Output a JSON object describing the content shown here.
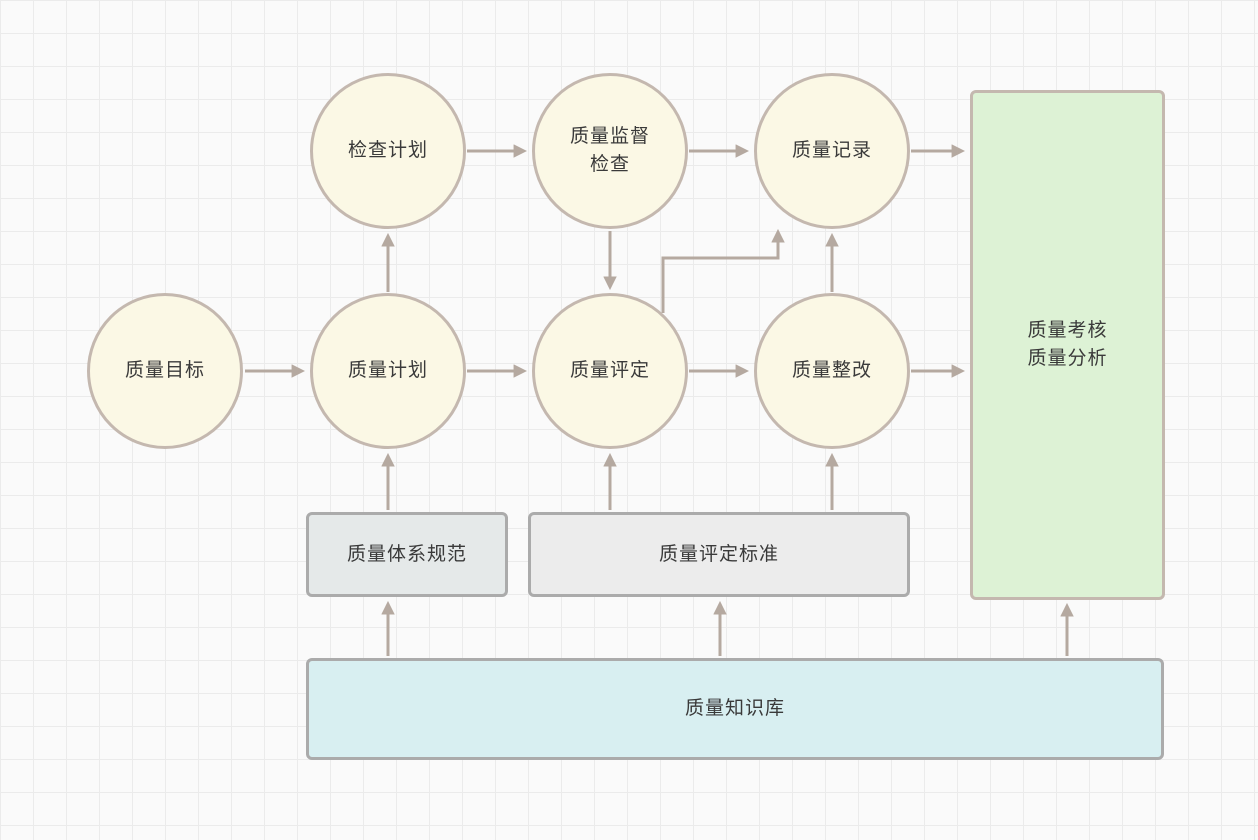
{
  "diagram": {
    "title": "quality-management-flow",
    "nodes": {
      "inspection_plan": {
        "label": "检查计划"
      },
      "supervision_check": {
        "label": "质量监督\n检查"
      },
      "quality_record": {
        "label": "质量记录"
      },
      "quality_target": {
        "label": "质量目标"
      },
      "quality_plan": {
        "label": "质量计划"
      },
      "quality_assessment": {
        "label": "质量评定"
      },
      "quality_rectification": {
        "label": "质量整改"
      },
      "quality_review": {
        "label": "质量考核\n质量分析"
      },
      "quality_system_spec": {
        "label": "质量体系规范"
      },
      "quality_assessment_standard": {
        "label": "质量评定标准"
      },
      "quality_knowledge_base": {
        "label": "质量知识库"
      }
    },
    "colors": {
      "grid": "#ebebeb",
      "arrow": "#b5a9a0",
      "text": "#3a3a3a",
      "circle_fill": "#fbf8e5",
      "node_border": "#c4b8af",
      "green_fill": "#ddf2d5",
      "spec_fill": "#e5e9e9",
      "std_fill": "#ececec",
      "kb_fill": "#d8eff1",
      "gray_border": "#ababab"
    }
  }
}
